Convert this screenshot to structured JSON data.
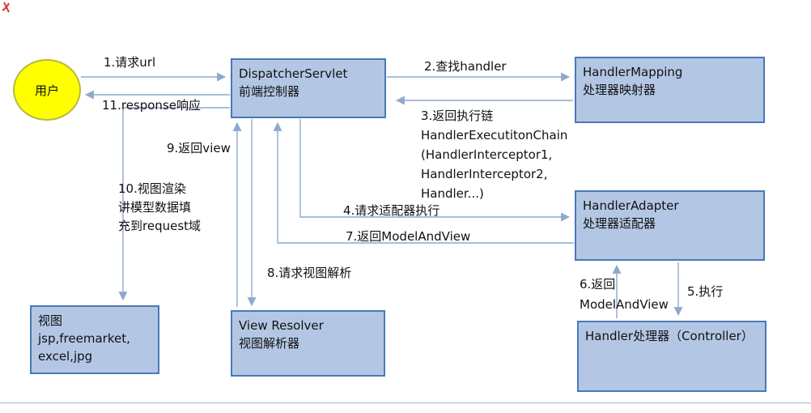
{
  "diagram": {
    "actor": {
      "label": "用户"
    },
    "nodes": {
      "dispatcher_servlet": {
        "lines": [
          "DispatcherServlet",
          "前端控制器"
        ]
      },
      "handler_mapping": {
        "lines": [
          "HandlerMapping",
          "处理器映射器"
        ]
      },
      "handler_adapter": {
        "lines": [
          "HandlerAdapter",
          "处理器适配器"
        ]
      },
      "handler": {
        "lines": [
          "Handler处理器（Controller）"
        ]
      },
      "view_resolver": {
        "lines": [
          "View Resolver",
          "视图解析器"
        ]
      },
      "view": {
        "lines": [
          "视图",
          "jsp,freemarket,",
          "excel,jpg"
        ]
      }
    },
    "edges": {
      "e1": {
        "label": "1.请求url"
      },
      "e2": {
        "label": "2.查找handler"
      },
      "e3": {
        "lines": [
          "3.返回执行链",
          "HandlerExecutitonChain",
          "(HandlerInterceptor1,",
          "HandlerInterceptor2,",
          "Handler...)"
        ]
      },
      "e4": {
        "label": "4.请求适配器执行"
      },
      "e5": {
        "label": "5.执行"
      },
      "e6": {
        "lines": [
          "6.返回",
          "ModelAndView"
        ]
      },
      "e7": {
        "label": "7.返回ModelAndView"
      },
      "e8": {
        "label": "8.请求视图解析"
      },
      "e9": {
        "label": "9.返回view"
      },
      "e10": {
        "lines": [
          "10.视图渲染",
          "讲模型数据填",
          "充到request域"
        ]
      },
      "e11": {
        "label": "11.response响应"
      }
    },
    "colors": {
      "box_fill": "#b3c7e4",
      "box_border": "#4a78b6",
      "actor_fill": "#ffff00",
      "actor_border": "#b9b93e",
      "arrow": "#8fa9cd",
      "text": "#111111"
    }
  }
}
